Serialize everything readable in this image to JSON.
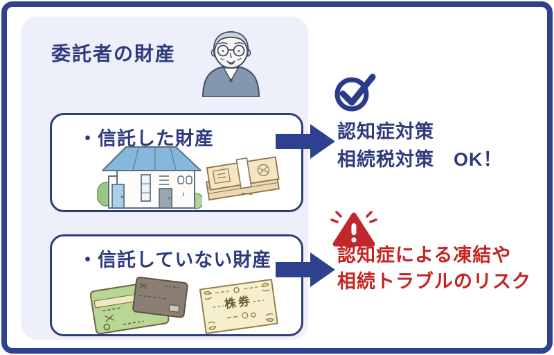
{
  "panel": {
    "title": "委託者の財産",
    "background": "#edeffa"
  },
  "boxes": [
    {
      "label": "・信託した財産",
      "icons": [
        "house-icon",
        "money-bundle-icon"
      ]
    },
    {
      "label": "・信託していない財産",
      "icons": [
        "credit-cards-icon",
        "stock-certificate-icon"
      ]
    }
  ],
  "outcomes": [
    {
      "icon": "check-circle-icon",
      "line1": "認知症対策",
      "line2": "相続税対策　OK！",
      "text_color": "#2e3a7d"
    },
    {
      "icon": "warning-triangle-icon",
      "line1": "認知症による凍結や",
      "line2": "相続トラブルのリスク",
      "text_color": "#c32520"
    }
  ],
  "illustrations": {
    "person": "elderly-man-icon",
    "stock_certificate_label": "株券"
  },
  "colors": {
    "navy": "#2e4090",
    "navy_text": "#2e3a7d",
    "red_icon": "#c1272d",
    "red_text": "#c32520",
    "panel_bg": "#edeffa"
  }
}
